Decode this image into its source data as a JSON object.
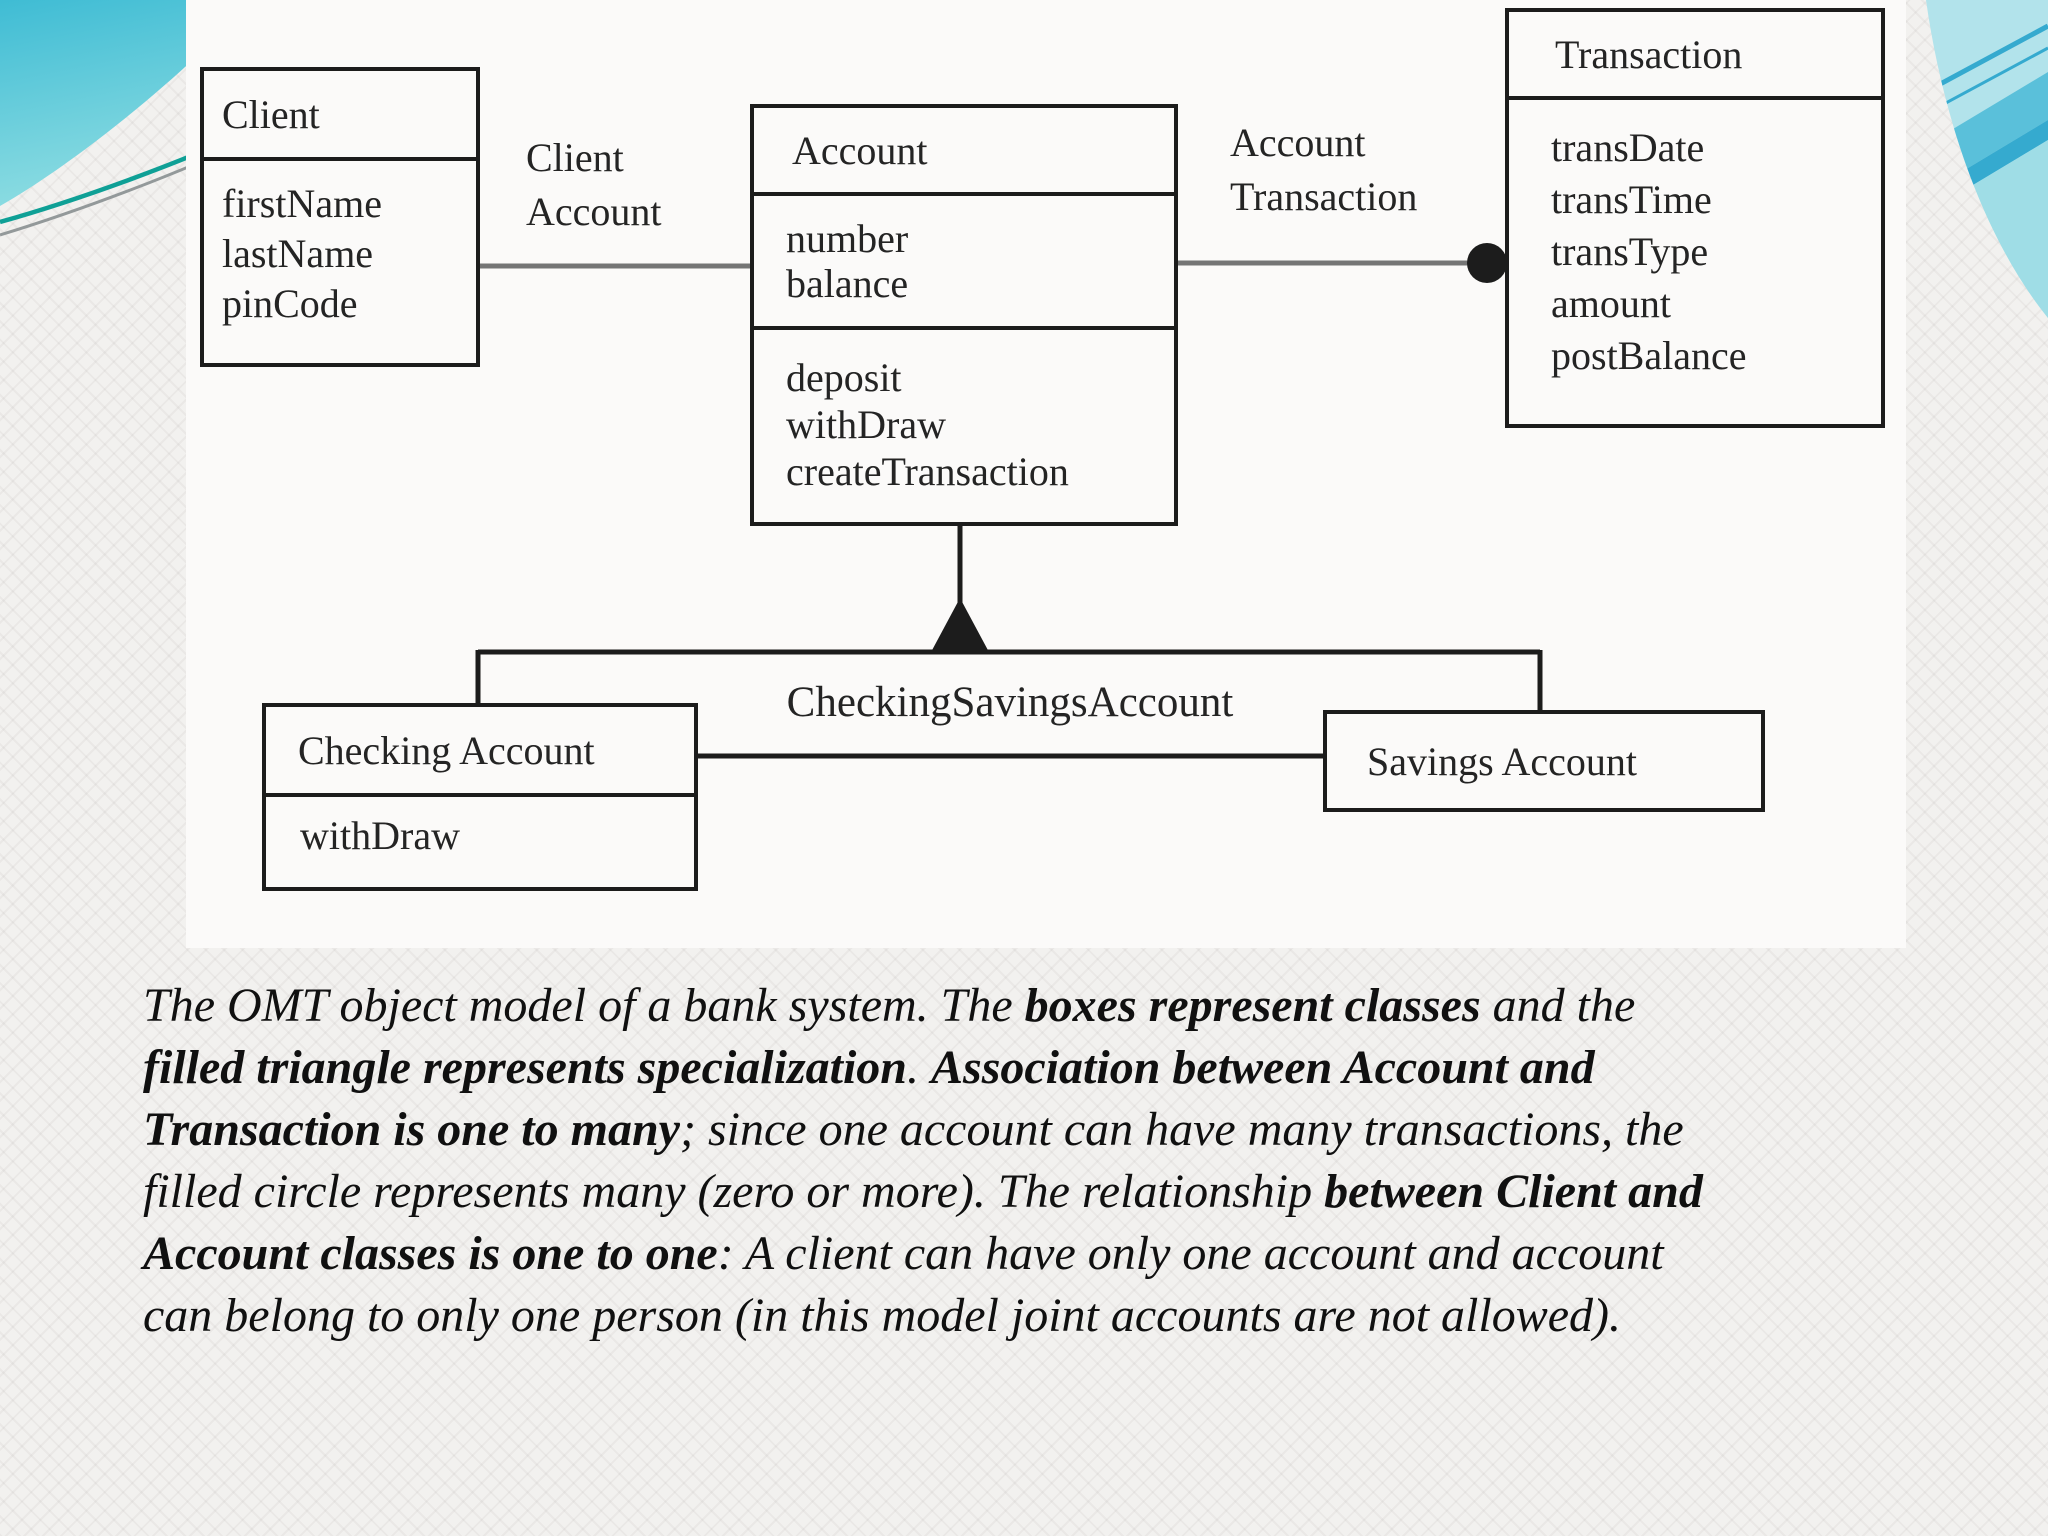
{
  "theme": {
    "colors": {
      "bg": "#f2f1ef",
      "paper": "#fbfaf9",
      "ink": "#1c1c1c",
      "text-ink": "#242424",
      "caption-ink": "#101010",
      "line-gray": "#757575",
      "teal-top": "#3fbcd4",
      "teal-bottom": "#8edde2",
      "accent-green": "#0fa096",
      "accent-gray": "#93999a",
      "blue-pale": "#b2e3eb",
      "blue-mid": "#5ac0da",
      "blue-deep": "#35aacf",
      "blue-light": "#9fdde6"
    }
  },
  "diagram": {
    "classes": [
      {
        "title": "Client",
        "attributes": [
          "firstName",
          "lastName",
          "pinCode"
        ],
        "methods": []
      },
      {
        "title": "Account",
        "attributes": [
          "number",
          "balance"
        ],
        "methods": [
          "deposit",
          "withDraw",
          "createTransaction"
        ]
      },
      {
        "title": "Transaction",
        "attributes": [
          "transDate",
          "transTime",
          "transType",
          "amount",
          "postBalance"
        ],
        "methods": []
      },
      {
        "title": "Checking Account",
        "attributes": [],
        "methods": [
          "withDraw"
        ]
      },
      {
        "title": "Savings Account",
        "attributes": [],
        "methods": []
      }
    ],
    "associations": [
      {
        "name": "client-account",
        "label_lines": [
          "Client",
          "Account"
        ],
        "multiplicity": "one to one"
      },
      {
        "name": "account-transaction",
        "label_lines": [
          "Account",
          "Transaction"
        ],
        "multiplicity": "one to many",
        "end_marker": "filled circle (many, zero or more)"
      }
    ],
    "generalization": {
      "label": "CheckingSavingsAccount",
      "marker": "filled triangle (specialization)",
      "parent": "Account",
      "children": [
        "Checking Account",
        "Savings Account"
      ]
    }
  },
  "caption": {
    "lines": [
      {
        "segments": [
          {
            "t": "The OMT object model of a bank system. The ",
            "b": false
          },
          {
            "t": "boxes represent classes",
            "b": true
          },
          {
            "t": " and the",
            "b": false
          }
        ]
      },
      {
        "segments": [
          {
            "t": "filled triangle represents specialization",
            "b": true
          },
          {
            "t": ". ",
            "b": false
          },
          {
            "t": "Association between Account and",
            "b": true
          }
        ]
      },
      {
        "segments": [
          {
            "t": "Transaction is one to many",
            "b": true
          },
          {
            "t": "; since one account can have many transactions, the",
            "b": false
          }
        ]
      },
      {
        "segments": [
          {
            "t": "filled circle represents many (zero or more). The relationship ",
            "b": false
          },
          {
            "t": "between Client and",
            "b": true
          }
        ]
      },
      {
        "segments": [
          {
            "t": "Account classes is one to one",
            "b": true
          },
          {
            "t": ": A client can have only one account and account",
            "b": false
          }
        ]
      },
      {
        "segments": [
          {
            "t": "can belong to only one person (in this model joint accounts are not allowed).",
            "b": false
          }
        ]
      }
    ]
  }
}
